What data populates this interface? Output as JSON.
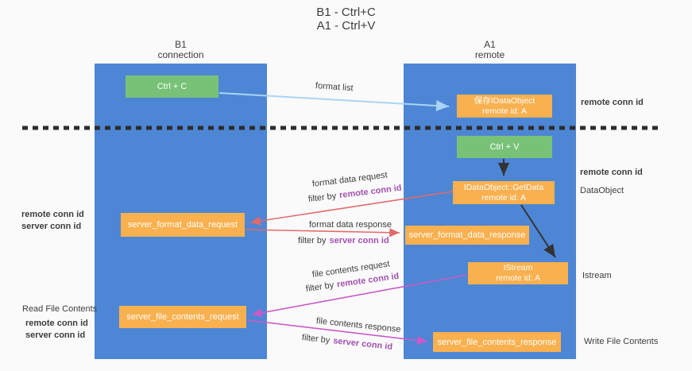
{
  "title": {
    "line1": "B1 - Ctrl+C",
    "line2": "A1 - Ctrl+V"
  },
  "lanes": {
    "left": {
      "name": "B1",
      "subtitle": "connection"
    },
    "right": {
      "name": "A1",
      "subtitle": "remote"
    }
  },
  "nodes": {
    "ctrl_c": "Ctrl + C",
    "ctrl_v": "Ctrl + V",
    "save_dataobject_line1": "保存IDataObject",
    "save_dataobject_line2": "remote id: A",
    "getdata_line1": "IDataObject::GetData",
    "getdata_line2": "remote id: A",
    "istream_line1": "IStream",
    "istream_line2": "remote id: A",
    "server_format_data_request": "server_format_data_request",
    "server_format_data_response": "server_format_data_response",
    "server_file_contents_request": "server_file_contents_request",
    "server_file_contents_response": "server_file_contents_response"
  },
  "edge_labels": {
    "format_list": "format list",
    "format_data_request": "format data request",
    "format_data_response": "format data response",
    "file_contents_request": "file contents request",
    "file_contents_response": "file contents response",
    "filter_by": "filter by",
    "remote_conn_id": "remote conn id",
    "server_conn_id": "server conn id"
  },
  "side_labels": {
    "remote_conn_id": "remote conn id",
    "server_conn_id": "server conn id",
    "dataobject": "DataObject",
    "istream": "Istream",
    "read_file_contents": "Read File Contents",
    "write_file_contents": "Write File Contents"
  },
  "colors": {
    "background": "#fafafa",
    "lane_blue": "#4d86d4",
    "box_green": "#77c277",
    "box_orange": "#f9b04e",
    "arrow_red": "#e26a6a",
    "arrow_magenta": "#ca5ac8",
    "arrow_light_blue": "#a9d4f5",
    "arrow_black": "#333333",
    "text_purple": "#a352b1",
    "text_green": "#5fbe6a"
  }
}
